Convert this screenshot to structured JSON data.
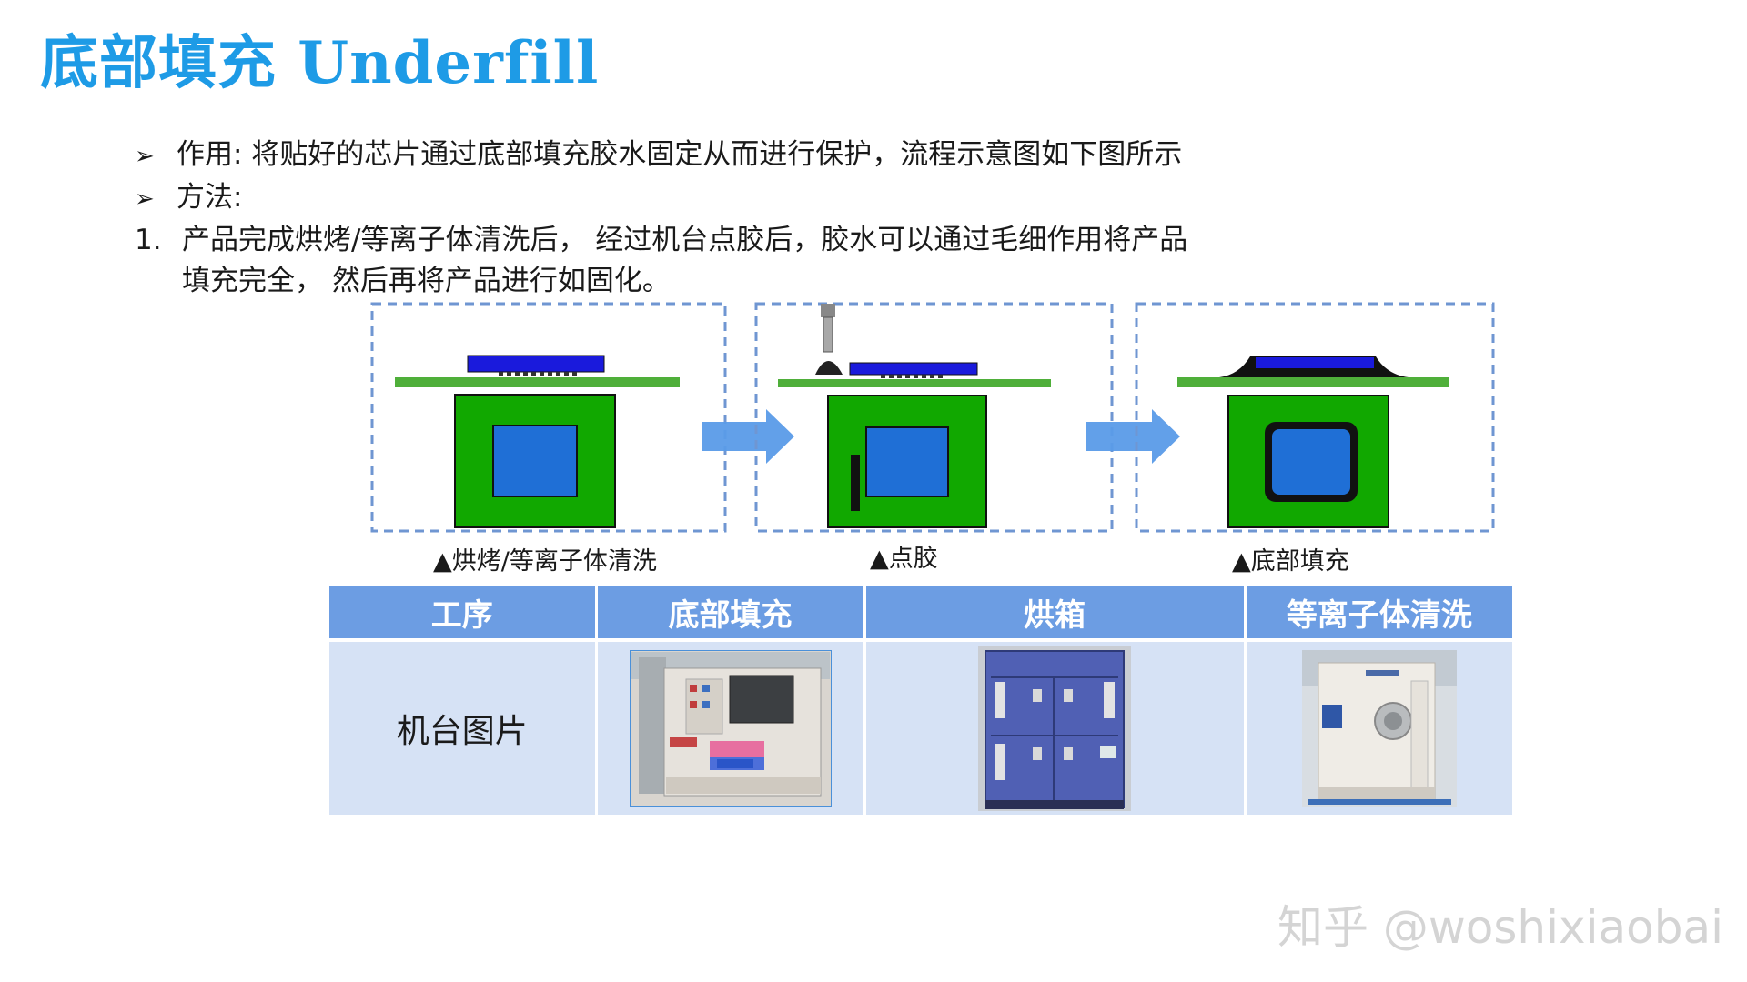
{
  "title": {
    "cn": "底部填充",
    "en": "Underfill"
  },
  "bullets": [
    {
      "marker": "➢",
      "text": "作用: 将贴好的芯片通过底部填充胶水固定从而进行保护，流程示意图如下图所示"
    },
    {
      "marker": "➢",
      "text": "方法:"
    }
  ],
  "numbered": {
    "number": "1.",
    "line1": "产品完成烘烤/等离子体清洗后， 经过机台点胶后，胶水可以通过毛细作用将产品",
    "line2": "填充完全， 然后再将产品进行如固化。"
  },
  "diagram": {
    "captions": [
      "▲烘烤/等离子体清洗",
      "▲点胶",
      "▲底部填充"
    ],
    "colors": {
      "board": "#11a800",
      "substrate": "#4faf3a",
      "chip": "#1a1adc",
      "die": "#1f6fd6",
      "dashed_border": "#6f96d2",
      "arrow": "#5a9be8"
    }
  },
  "table": {
    "headers": [
      "工序",
      "底部填充",
      "烘箱",
      "等离子体清洗"
    ],
    "row_label": "机台图片",
    "photos": [
      "underfill-machine-photo",
      "oven-photo",
      "plasma-cleaner-photo"
    ],
    "colors": {
      "header_bg": "#6c9de3",
      "cell_bg": "#d6e2f5"
    }
  },
  "watermark": "知乎 @woshixiaobai"
}
